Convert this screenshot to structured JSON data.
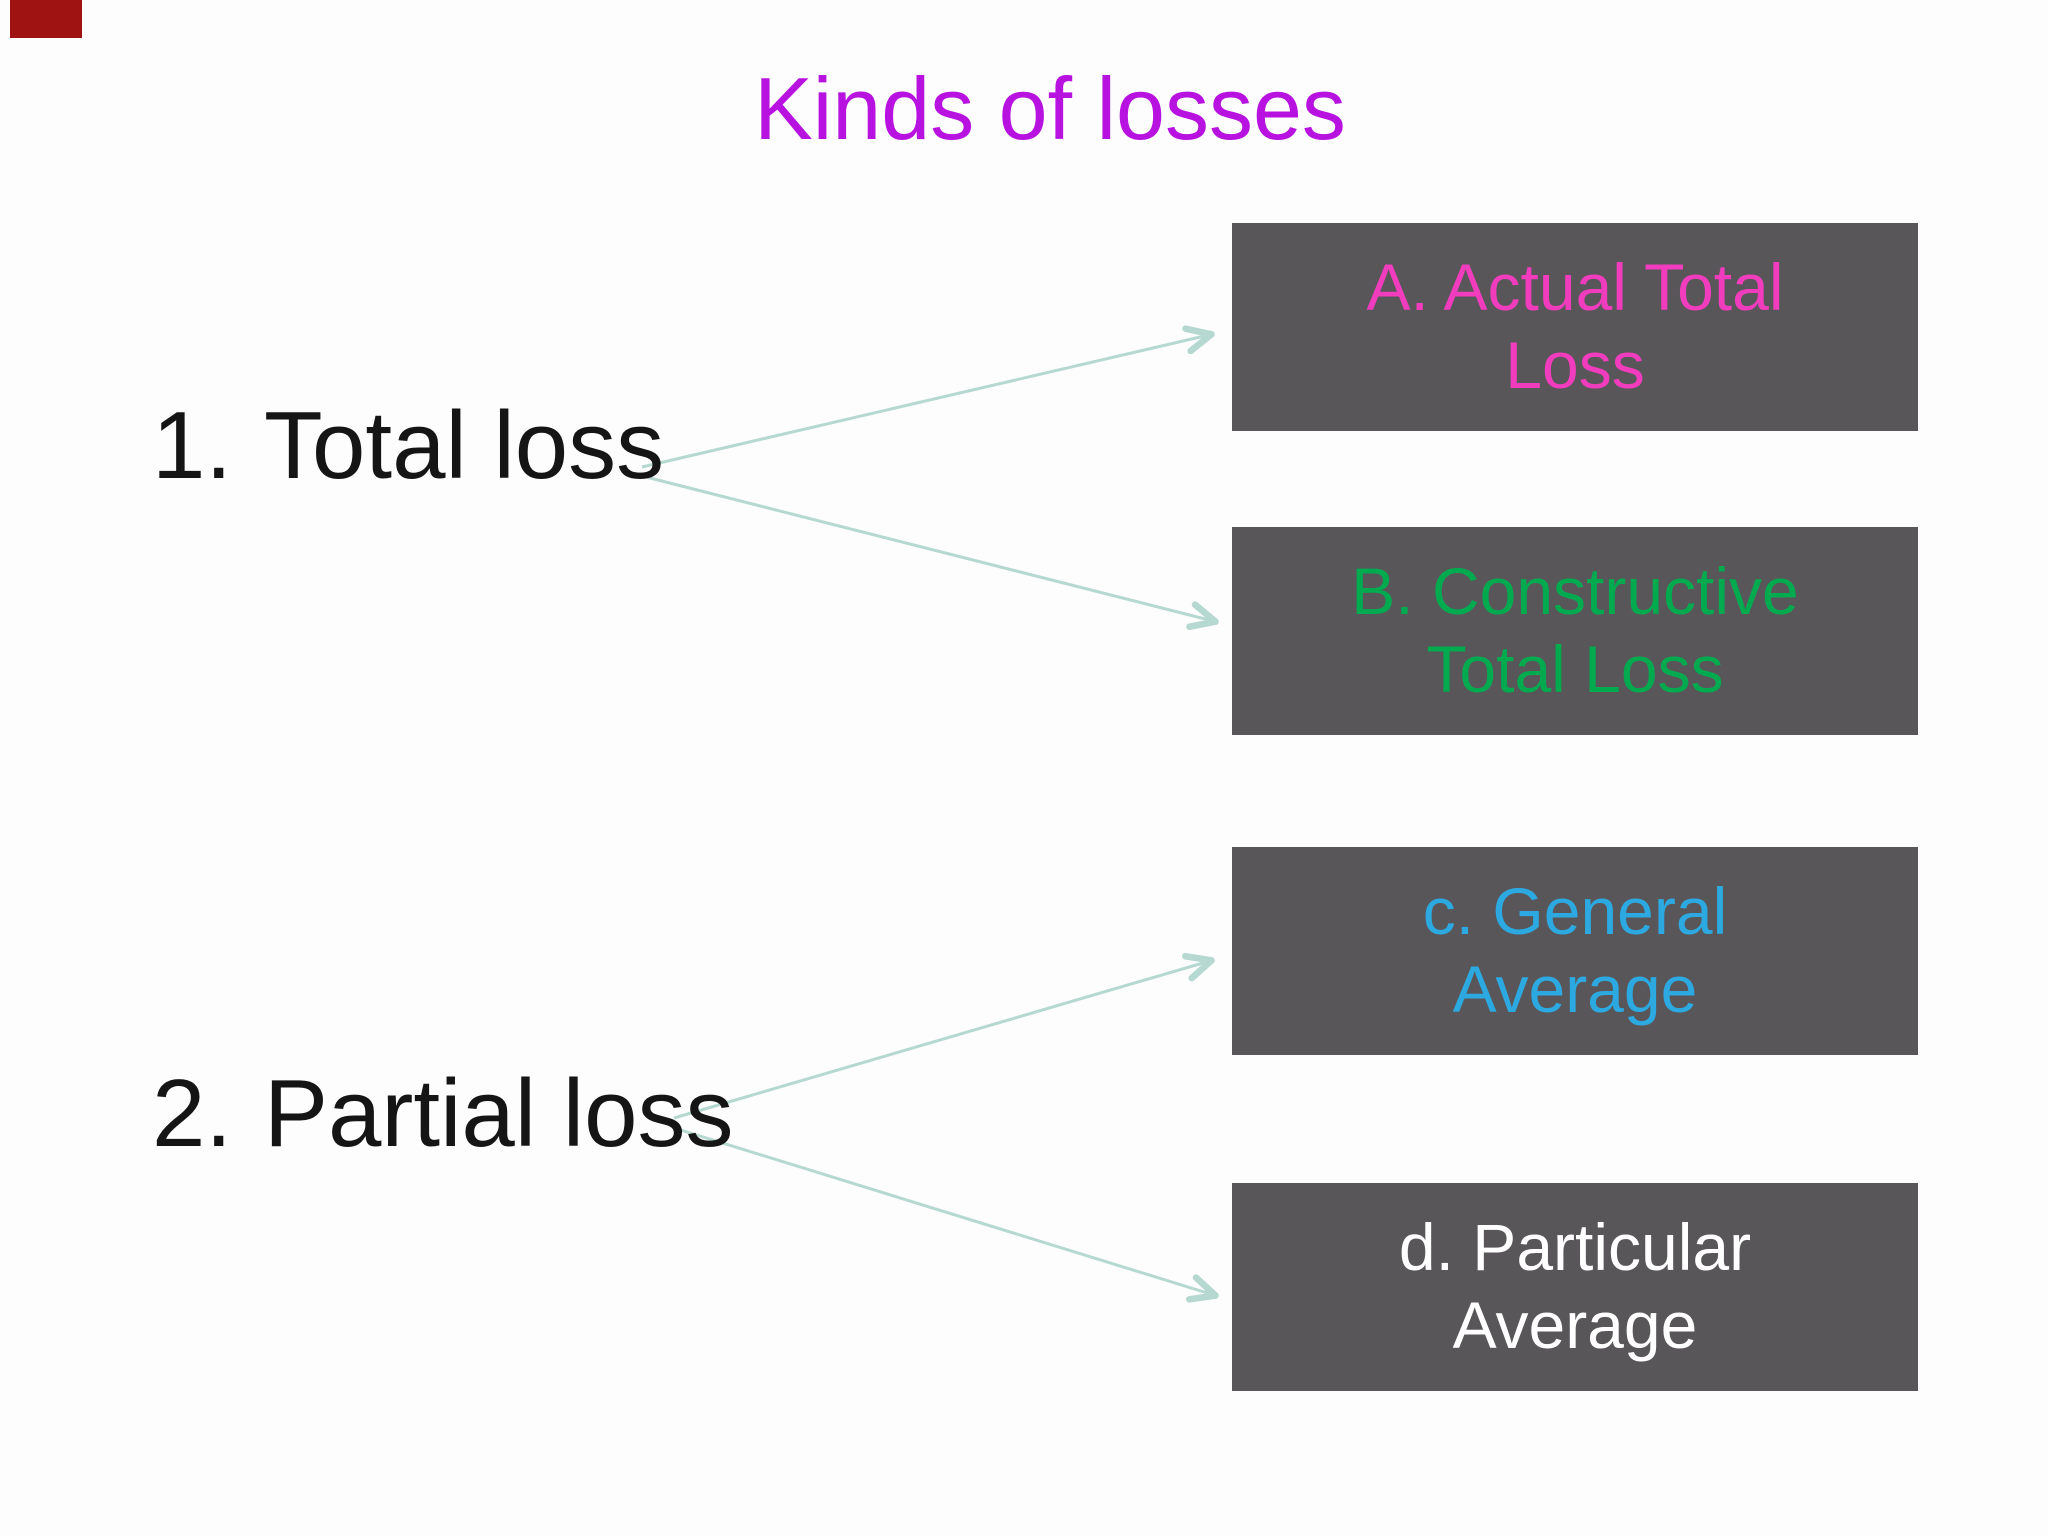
{
  "page": {
    "background": "#fdfdfd"
  },
  "corner_mark": {
    "color": "#a01313"
  },
  "title": {
    "text": "Kinds of losses",
    "color": "#b712e0"
  },
  "items": [
    {
      "number": "1.",
      "label": "Total loss"
    },
    {
      "number": "2.",
      "label": "Partial loss"
    }
  ],
  "box_background": "#59565a",
  "arrow_color": "#b5d8d0",
  "boxes": [
    {
      "id": "A",
      "lines": [
        "A. Actual Total",
        "Loss"
      ],
      "text_color": "#f23cbe"
    },
    {
      "id": "B",
      "lines": [
        "B. Constructive",
        "Total Loss"
      ],
      "text_color": "#00ab50"
    },
    {
      "id": "C",
      "lines": [
        "c. General",
        "Average"
      ],
      "text_color": "#2ba9e0"
    },
    {
      "id": "D",
      "lines": [
        "d. Particular",
        "Average"
      ],
      "text_color": "#ffffff"
    }
  ]
}
